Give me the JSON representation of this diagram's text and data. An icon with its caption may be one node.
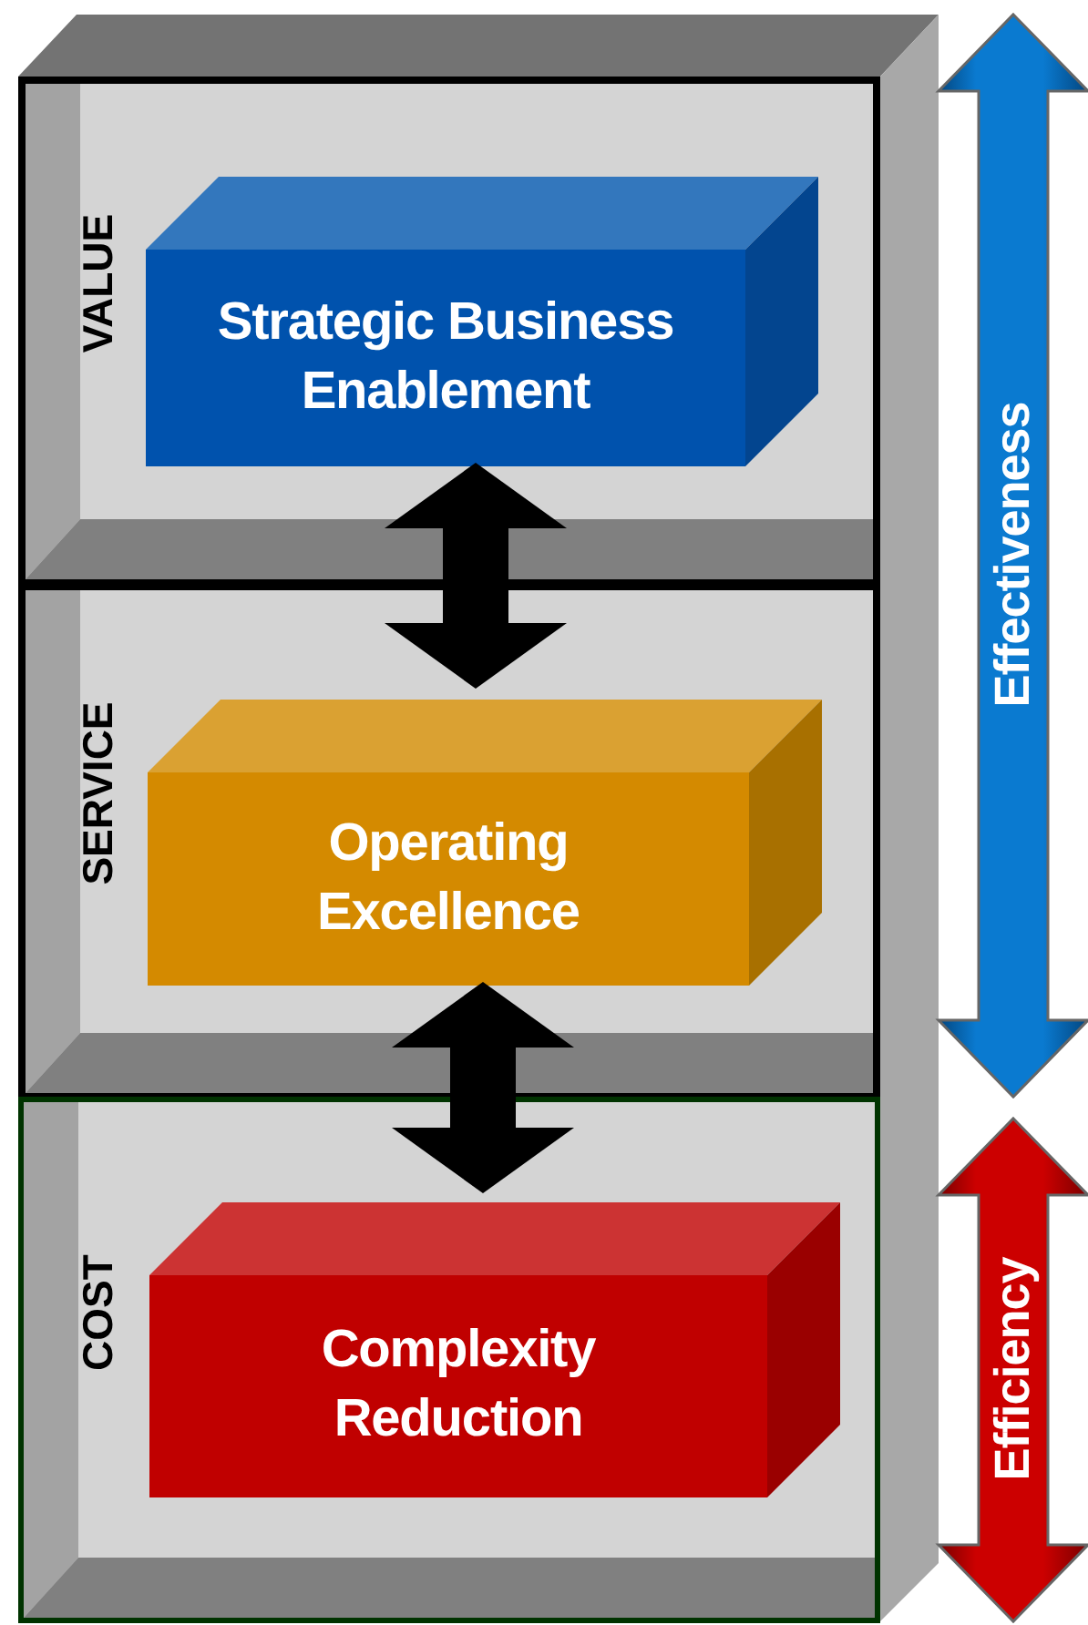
{
  "diagram": {
    "nodes": [
      {
        "text": [
          "VALUE"
        ]
      },
      {
        "text": [
          "Strategic Business Enablement"
        ],
        "in": 0
      },
      {
        "text": [
          "SERVICE"
        ]
      },
      {
        "text": [
          "Operating Excellence"
        ],
        "in": 2
      },
      {
        "text": [
          "COST"
        ]
      },
      {
        "text": [
          "Complexity Reduction"
        ],
        "in": 4
      },
      {
        "text": [
          "Effectiveness"
        ]
      },
      {
        "text": [
          "Efficiency"
        ]
      }
    ],
    "edges": [
      {
        "from": 1,
        "to": 3,
        "arrow": "both"
      },
      {
        "from": 3,
        "to": 5,
        "arrow": "both"
      }
    ]
  }
}
